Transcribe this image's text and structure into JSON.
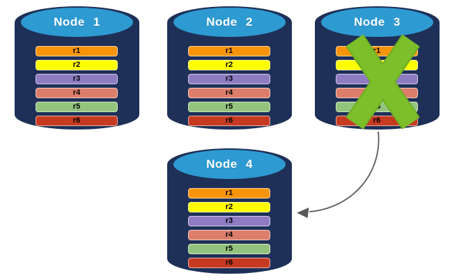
{
  "diagram": {
    "background": "#FFFFFF",
    "nodes": [
      {
        "label": "Node 1",
        "rows": [
          "r1",
          "r2",
          "r3",
          "r4",
          "r5",
          "r6"
        ],
        "failed": false
      },
      {
        "label": "Node 2",
        "rows": [
          "r1",
          "r2",
          "r3",
          "r4",
          "r5",
          "r6"
        ],
        "failed": false
      },
      {
        "label": "Node 3",
        "rows": [
          "r1",
          "r2",
          "r3",
          "r4",
          "r5",
          "r6"
        ],
        "failed": true
      },
      {
        "label": "Node 4",
        "rows": [
          "r1",
          "r2",
          "r3",
          "r4",
          "r5",
          "r6"
        ],
        "failed": false
      }
    ],
    "row_colors": {
      "r1": "#F7940B",
      "r2": "#FEFE00",
      "r3": "#8E7CC3",
      "r4": "#DD7E6B",
      "r5": "#93C47D",
      "r6": "#C63A21"
    },
    "colors": {
      "cylinder_body": "#1E3057",
      "cylinder_top": "#2E9AD2",
      "node_label": "#FFFFFF",
      "row_label": "#000000",
      "failure_x": "#7CBF2B",
      "failure_x_outline": "#6FAE22",
      "arrow": "#595959"
    },
    "arrow": {
      "from": "Node 3",
      "to": "Node 4"
    }
  }
}
